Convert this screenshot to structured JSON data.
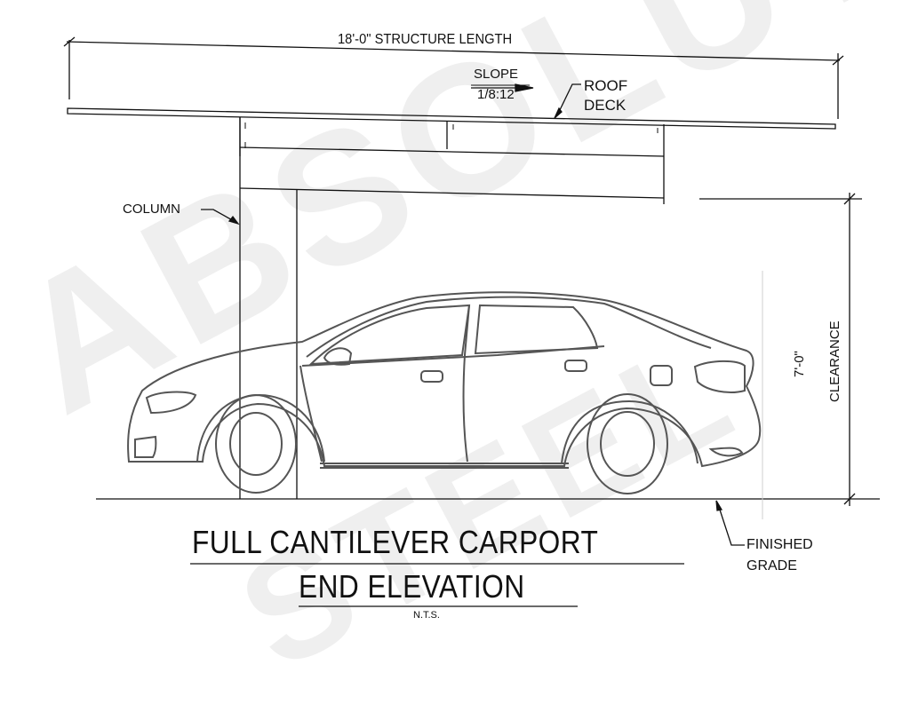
{
  "drawing": {
    "title_line1": "FULL CANTILEVER CARPORT",
    "title_line2": "END ELEVATION",
    "scale_note": "N.T.S."
  },
  "dimensions": {
    "structure_length": "18'-0\" STRUCTURE LENGTH",
    "clearance_value": "7'-0\"",
    "clearance_label": "CLEARANCE"
  },
  "annotations": {
    "slope_label": "SLOPE",
    "slope_value": "1/8:12",
    "roof_deck_line1": "ROOF",
    "roof_deck_line2": "DECK",
    "column": "COLUMN",
    "finished_grade_line1": "FINISHED",
    "finished_grade_line2": "GRADE"
  },
  "watermark": {
    "line1": "ABSOLUTE",
    "line2": "STEEL"
  },
  "colors": {
    "line": "#111111",
    "car_line": "#555555",
    "watermark": "#efefef",
    "background": "#ffffff"
  }
}
